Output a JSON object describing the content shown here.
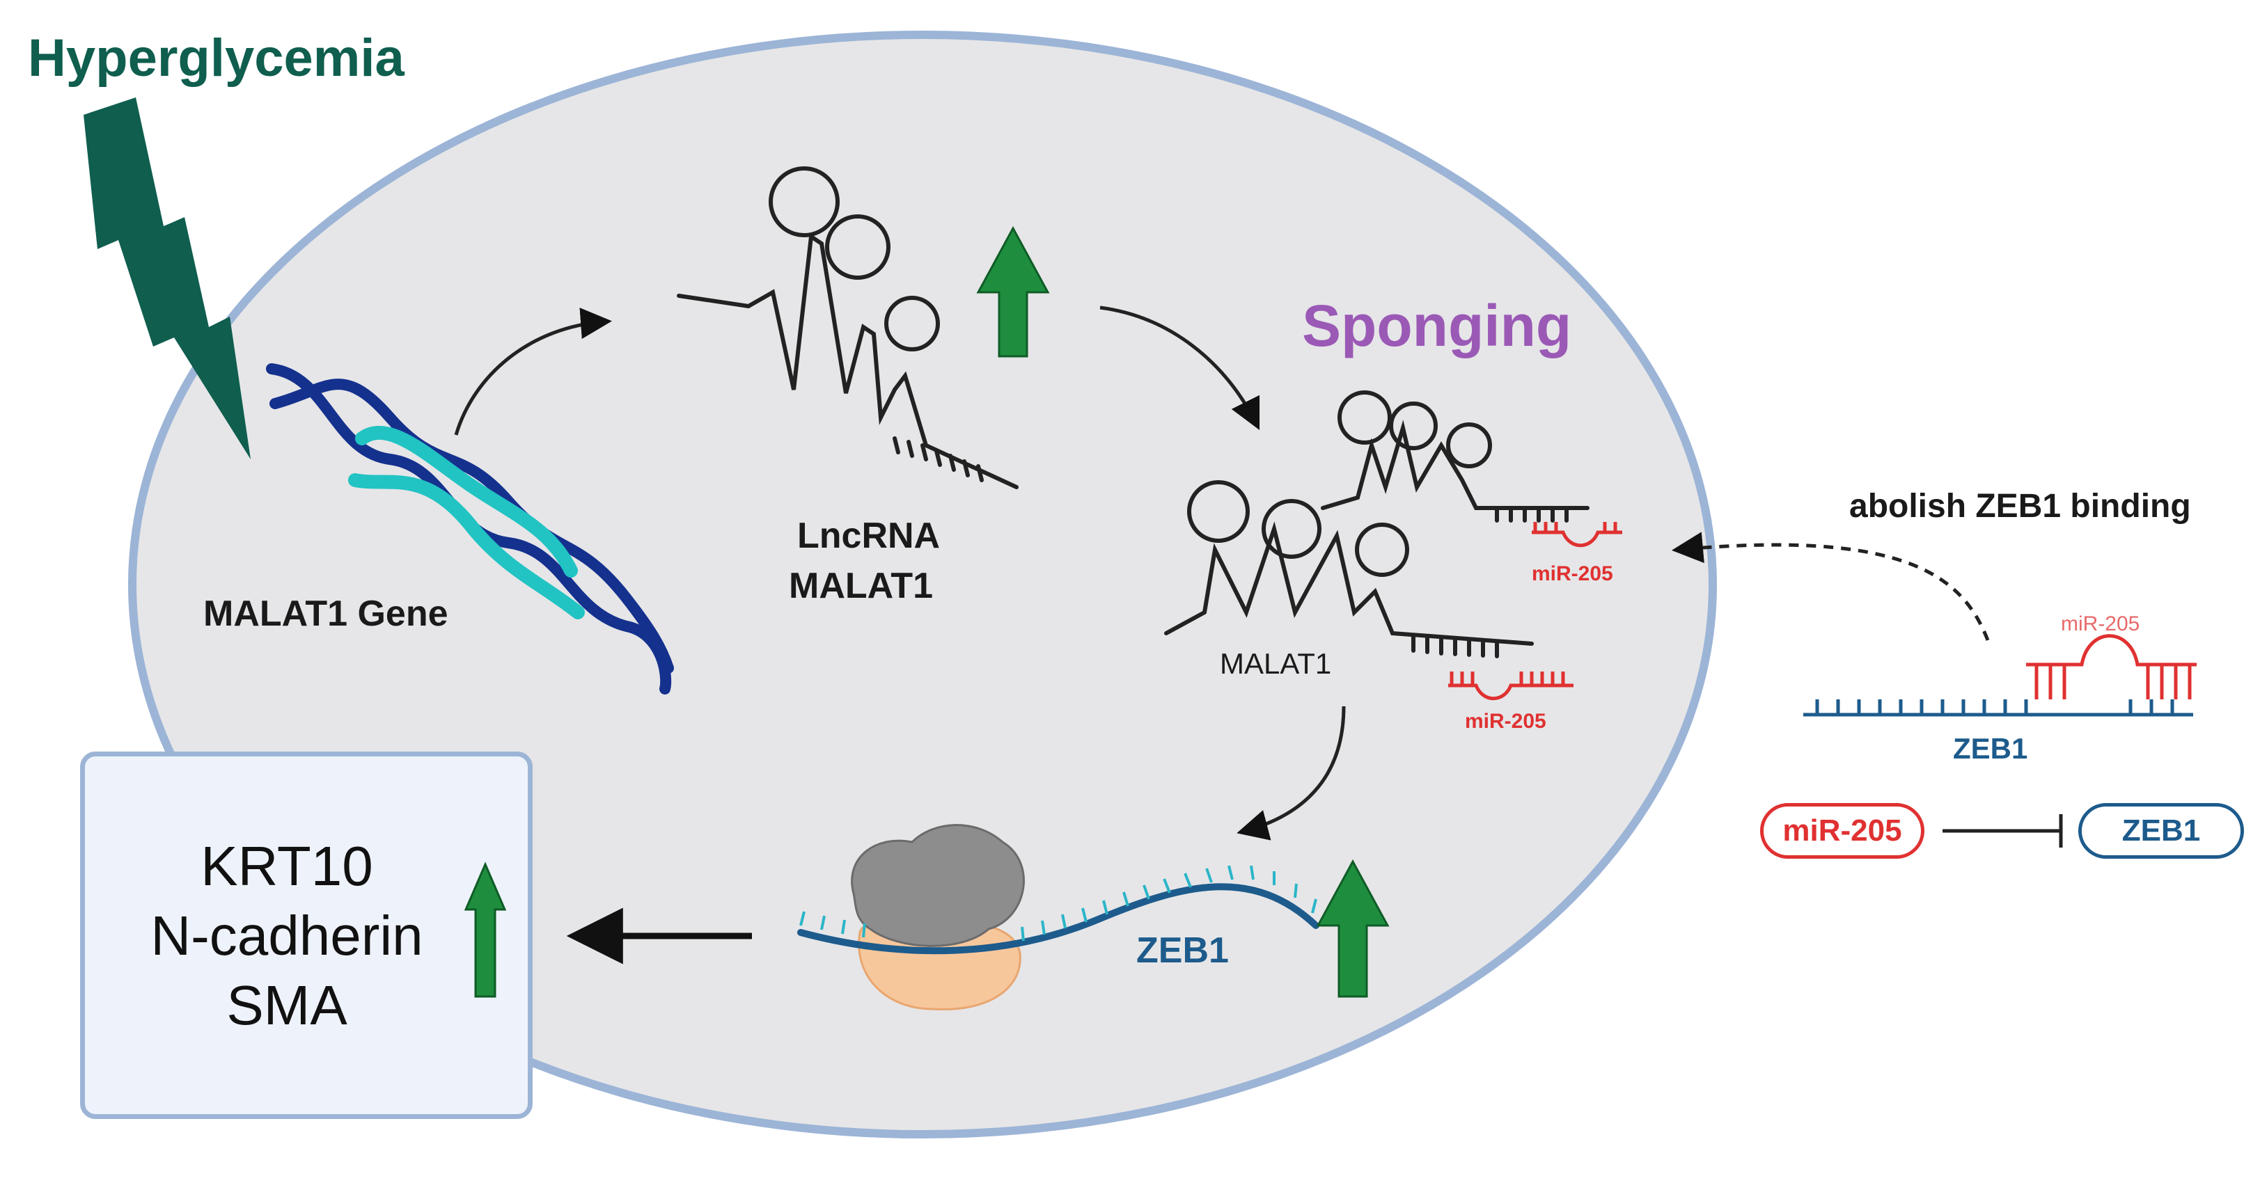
{
  "title": "Hyperglycemia",
  "process_label": "Sponging",
  "gene_label": "MALAT1 Gene",
  "lncrna_label": [
    "LncRNA",
    "MALAT1"
  ],
  "malat1_label": "MALAT1",
  "mirna_label": "miR-205",
  "abolish_label": "abolish ZEB1 binding",
  "zeb1_label": "ZEB1",
  "legend": {
    "mirna": "miR-205",
    "target": "ZEB1"
  },
  "markers": [
    "KRT10",
    "N-cadherin",
    "SMA"
  ],
  "colors": {
    "cell_fill": "#e6e6e8",
    "cell_border": "#9cb4d6",
    "dna_dark": "#15318e",
    "dna_light": "#22c3c3",
    "mirna_red": "#e03131",
    "zeb1_blue": "#1d5b8c",
    "up_arrow_green": "#1e8e3e",
    "lightning": "#0f5e4e",
    "sponging_purple": "#9b59b6"
  },
  "icons": [
    "lightning-bolt-icon",
    "dna-helix-icon",
    "lncrna-hairpin-icon",
    "up-arrow-icon",
    "ribosome-icon",
    "mrna-strand-icon",
    "inhibition-arrow-icon"
  ]
}
